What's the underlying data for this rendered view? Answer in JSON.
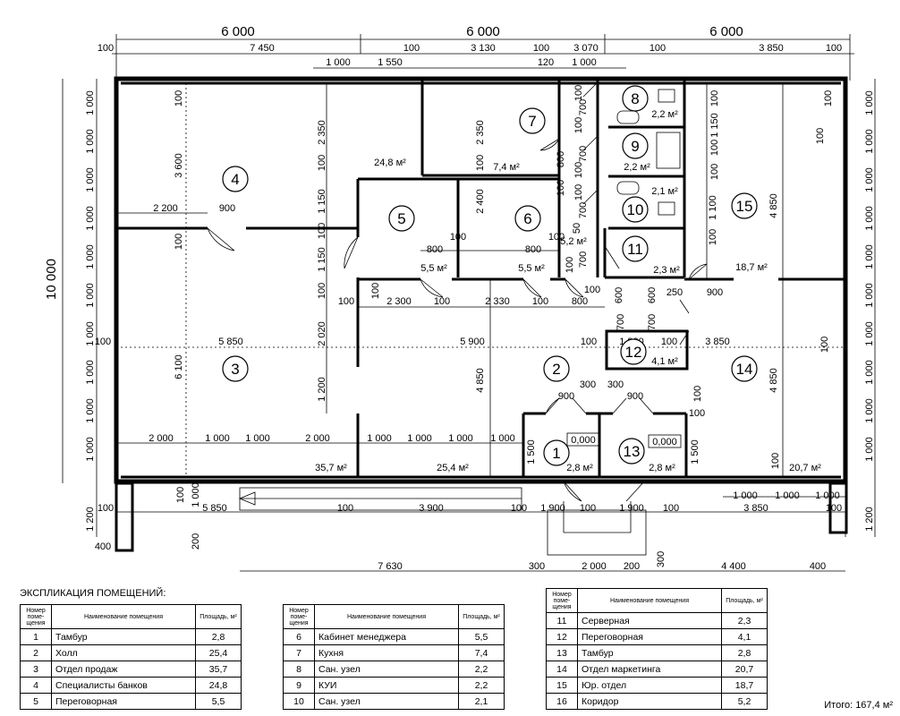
{
  "overall": {
    "width_segments": [
      "6 000",
      "6 000",
      "6 000"
    ],
    "height_total": "10 000"
  },
  "top_dims": {
    "row2": [
      "100",
      "7 450",
      "100",
      "3 130",
      "100",
      "3 070",
      "100",
      "3 850",
      "100"
    ],
    "row3": [
      "1 000",
      "1 550",
      "120",
      "1 000"
    ]
  },
  "left_dims": [
    "1 000",
    "1 000",
    "1 000",
    "1 000",
    "1 000",
    "1 000",
    "1 000",
    "1 000",
    "1 000",
    "1 000",
    "1 200"
  ],
  "right_dims": [
    "1 000",
    "1 000",
    "1 000",
    "1 000",
    "1 000",
    "1 000",
    "1 000",
    "1 000",
    "1 000",
    "1 000",
    "1 200"
  ],
  "inner_dims": [
    {
      "t": "100"
    },
    {
      "t": "3 600"
    },
    {
      "t": "2 200"
    },
    {
      "t": "900"
    },
    {
      "t": "100"
    },
    {
      "t": "2 350"
    },
    {
      "t": "100"
    },
    {
      "t": "1 150"
    },
    {
      "t": "100"
    },
    {
      "t": "1 150"
    },
    {
      "t": "100"
    },
    {
      "t": "2 020"
    },
    {
      "t": "1 200"
    },
    {
      "t": "6 100"
    },
    {
      "t": "5 850"
    },
    {
      "t": "100"
    },
    {
      "t": "2 000"
    },
    {
      "t": "1 000"
    },
    {
      "t": "1 000"
    },
    {
      "t": "2 000"
    },
    {
      "t": "2 350"
    },
    {
      "t": "100"
    },
    {
      "t": "2 400"
    },
    {
      "t": "100"
    },
    {
      "t": "800"
    },
    {
      "t": "100"
    },
    {
      "t": "800"
    },
    {
      "t": "100"
    },
    {
      "t": "100"
    },
    {
      "t": "2 300"
    },
    {
      "t": "100"
    },
    {
      "t": "2 330"
    },
    {
      "t": "100"
    },
    {
      "t": "100"
    },
    {
      "t": "800"
    },
    {
      "t": "5 900"
    },
    {
      "t": "100"
    },
    {
      "t": "4 850"
    },
    {
      "t": "1 000"
    },
    {
      "t": "1 000"
    },
    {
      "t": "1 000"
    },
    {
      "t": "1 000"
    },
    {
      "t": "100"
    },
    {
      "t": "700"
    },
    {
      "t": "100"
    },
    {
      "t": "700"
    },
    {
      "t": "100"
    },
    {
      "t": "800"
    },
    {
      "t": "100"
    },
    {
      "t": "700"
    },
    {
      "t": "100"
    },
    {
      "t": "50"
    },
    {
      "t": "700"
    },
    {
      "t": "100"
    },
    {
      "t": "600"
    },
    {
      "t": "600"
    },
    {
      "t": "250"
    },
    {
      "t": "900"
    },
    {
      "t": "700"
    },
    {
      "t": "700"
    },
    {
      "t": "1 900"
    },
    {
      "t": "100"
    },
    {
      "t": "300"
    },
    {
      "t": "900"
    },
    {
      "t": "300"
    },
    {
      "t": "900"
    },
    {
      "t": "1 500"
    },
    {
      "t": "1 500"
    },
    {
      "t": "1 150"
    },
    {
      "t": "100"
    },
    {
      "t": "100"
    },
    {
      "t": "100"
    },
    {
      "t": "1 100"
    },
    {
      "t": "100"
    },
    {
      "t": "4 850"
    },
    {
      "t": "100"
    },
    {
      "t": "100"
    },
    {
      "t": "3 850"
    },
    {
      "t": "100"
    },
    {
      "t": "4 850"
    },
    {
      "t": "100"
    },
    {
      "t": "100"
    },
    {
      "t": "100"
    }
  ],
  "bottom_dims": {
    "row1": [
      "100",
      "5 850",
      "100",
      "3 900",
      "100",
      "1 900",
      "100",
      "1 900",
      "100",
      "3 850",
      "100"
    ],
    "row1b": [
      "1 000",
      "1 000",
      "1 000"
    ],
    "row2": [
      "7 630",
      "300",
      "2 000",
      "200",
      "4 400",
      "400"
    ],
    "misc": [
      "400",
      "200",
      "1 000",
      "100",
      "300"
    ]
  },
  "rooms": [
    {
      "num": "4",
      "area": "24,8 м²"
    },
    {
      "num": "7",
      "area": "7,4 м²"
    },
    {
      "num": "8",
      "area": "2,2 м²"
    },
    {
      "num": "9",
      "area": "2,2 м²"
    },
    {
      "num": "10",
      "area": "2,1 м²"
    },
    {
      "num": "15",
      "area": "18,7 м²"
    },
    {
      "num": "5",
      "area": "5,5 м²"
    },
    {
      "num": "6",
      "area": "5,5 м²"
    },
    {
      "num": "11",
      "area": "2,3 м²"
    },
    {
      "num": "16",
      "area": "5,2 м²"
    },
    {
      "num": "3",
      "area": "35,7 м²"
    },
    {
      "num": "2",
      "area": "25,4 м²"
    },
    {
      "num": "12",
      "area": "4,1 м²"
    },
    {
      "num": "14",
      "area": "20,7 м²"
    },
    {
      "num": "1",
      "area": "2,8 м²"
    },
    {
      "num": "13",
      "area": "2,8 м²"
    }
  ],
  "level_marks": [
    "0,000",
    "0,000"
  ],
  "explication": {
    "title": "ЭКСПЛИКАЦИЯ ПОМЕЩЕНИЙ:",
    "header": {
      "num": "Номер поме- щения",
      "name": "Наименование помещения",
      "area": "Площадь, м²"
    },
    "table1": [
      {
        "num": "1",
        "name": "Тамбур",
        "area": "2,8"
      },
      {
        "num": "2",
        "name": "Холл",
        "area": "25,4"
      },
      {
        "num": "3",
        "name": "Отдел продаж",
        "area": "35,7"
      },
      {
        "num": "4",
        "name": "Специалисты банков",
        "area": "24,8"
      },
      {
        "num": "5",
        "name": "Переговорная",
        "area": "5,5"
      }
    ],
    "table2": [
      {
        "num": "6",
        "name": "Кабинет менеджера",
        "area": "5,5"
      },
      {
        "num": "7",
        "name": "Кухня",
        "area": "7,4"
      },
      {
        "num": "8",
        "name": "Сан. узел",
        "area": "2,2"
      },
      {
        "num": "9",
        "name": "КУИ",
        "area": "2,2"
      },
      {
        "num": "10",
        "name": "Сан. узел",
        "area": "2,1"
      }
    ],
    "table3": [
      {
        "num": "11",
        "name": "Серверная",
        "area": "2,3"
      },
      {
        "num": "12",
        "name": "Переговорная",
        "area": "4,1"
      },
      {
        "num": "13",
        "name": "Тамбур",
        "area": "2,8"
      },
      {
        "num": "14",
        "name": "Отдел маркетинга",
        "area": "20,7"
      },
      {
        "num": "15",
        "name": "Юр. отдел",
        "area": "18,7"
      },
      {
        "num": "16",
        "name": "Коридор",
        "area": "5,2"
      }
    ],
    "total": "Итого: 167,4 м²"
  }
}
